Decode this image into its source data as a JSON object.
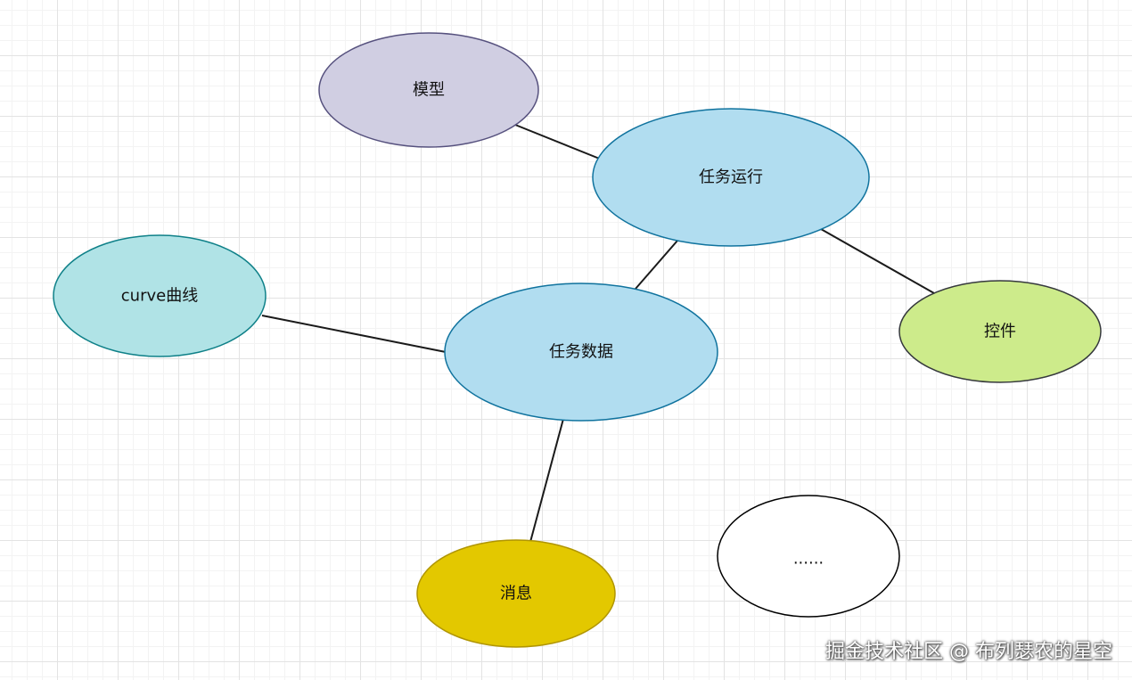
{
  "nodes": {
    "model": {
      "label": "模型",
      "fill": "#d0cee2",
      "stroke": "#56517e"
    },
    "task_run": {
      "label": "任务运行",
      "fill": "#b1ddf0",
      "stroke": "#10739e"
    },
    "curve": {
      "label": "curve曲线",
      "fill": "#b0e3e6",
      "stroke": "#0e8088"
    },
    "task_data": {
      "label": "任务数据",
      "fill": "#b1ddf0",
      "stroke": "#10739e"
    },
    "control": {
      "label": "控件",
      "fill": "#cdeb8b",
      "stroke": "#36393d"
    },
    "message": {
      "label": "消息",
      "fill": "#e3c800",
      "stroke": "#b09500"
    },
    "more": {
      "label": "......",
      "fill": "#ffffff",
      "stroke": "#000000"
    }
  },
  "edges": [
    {
      "from": "model",
      "to": "task_run"
    },
    {
      "from": "task_run",
      "to": "task_data"
    },
    {
      "from": "task_run",
      "to": "control"
    },
    {
      "from": "curve",
      "to": "task_data"
    },
    {
      "from": "task_data",
      "to": "message"
    }
  ],
  "watermark": "掘金技术社区 @ 布列瑟农的星空"
}
